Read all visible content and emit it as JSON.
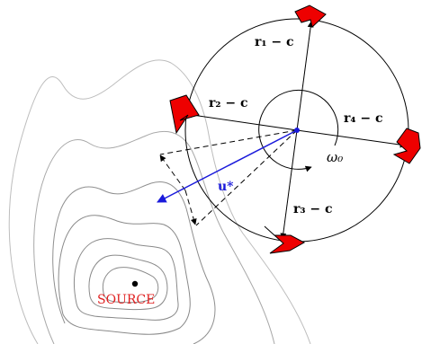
{
  "diagram": {
    "vector_labels": {
      "r1": "r₁ − c",
      "r2": "r₂ − c",
      "r3": "r₃ − c",
      "r4": "r₄ − c"
    },
    "u_star": "u*",
    "omega": "ω₀",
    "source": "SOURCE",
    "colors": {
      "robot_fill": "#ee0000",
      "robot_stroke": "#000000",
      "u_star": "#1a1adb",
      "source_label": "#e02020",
      "contour": "#8a8a8a",
      "contour_outer": "#b8b8b8",
      "formation_circle": "#000000"
    },
    "robot_count": 4
  }
}
